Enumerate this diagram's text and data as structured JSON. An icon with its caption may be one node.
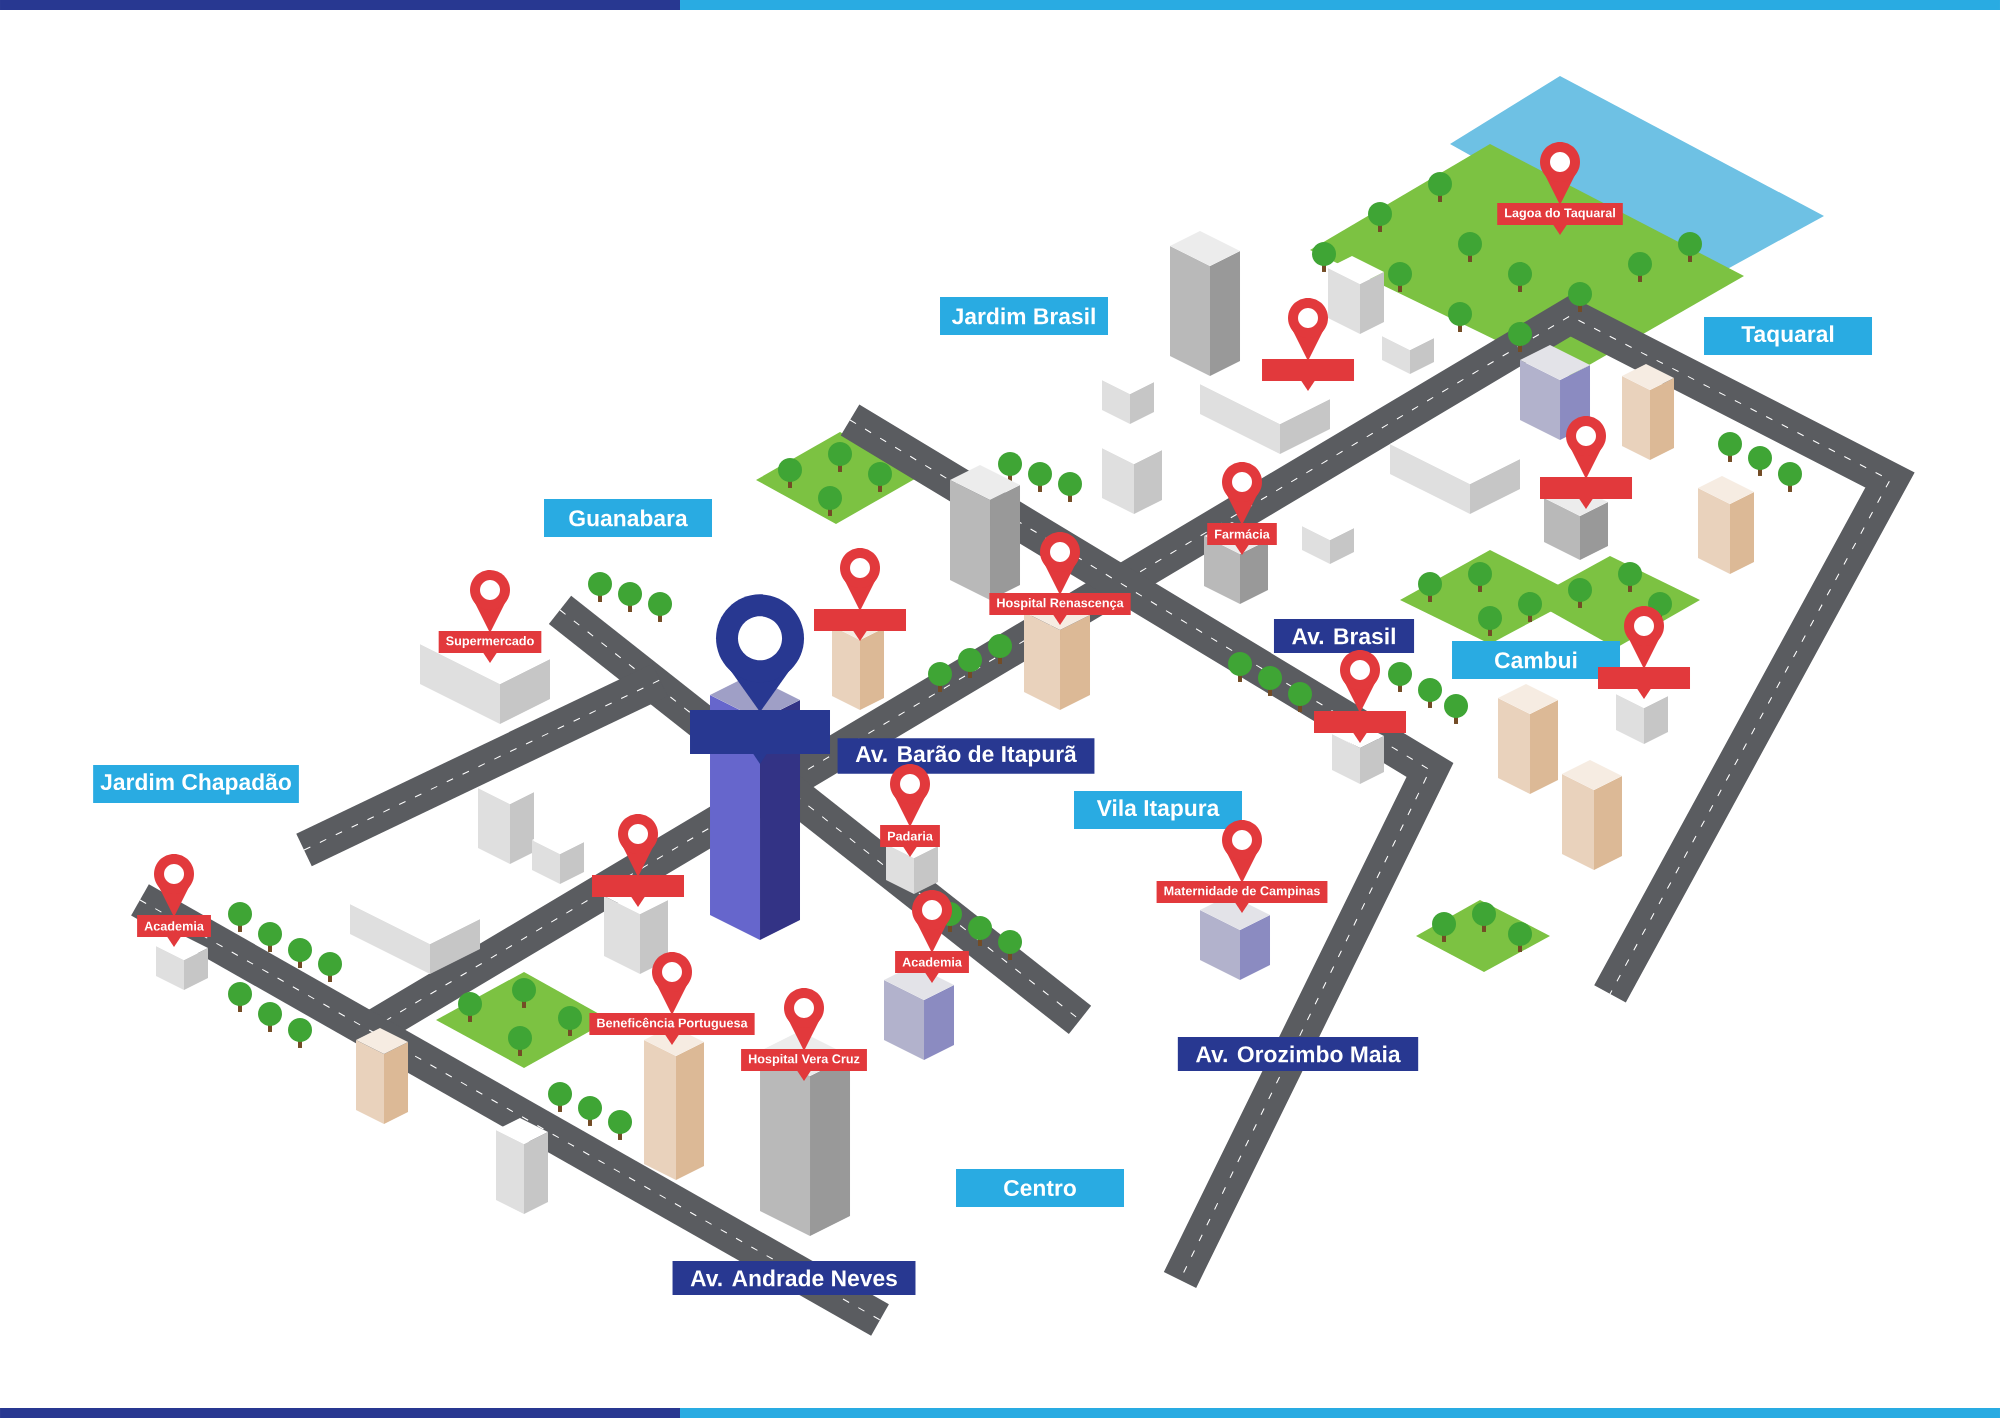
{
  "diagram": {
    "nodes": [
      {
        "text": [
          "Jardim Brasil"
        ]
      },
      {
        "text": [
          "Taquaral"
        ]
      },
      {
        "text": [
          "Guanabara"
        ]
      },
      {
        "text": [
          "Cambui"
        ]
      },
      {
        "text": [
          "Jardim Chapadão"
        ]
      },
      {
        "text": [
          "Vila Itapura"
        ]
      },
      {
        "text": [
          "Centro"
        ]
      },
      {
        "text": [
          "Av. Brasil"
        ]
      },
      {
        "text": [
          "Av. Barão de Itapurã"
        ]
      },
      {
        "text": [
          "Av. Orozimbo Maia"
        ]
      },
      {
        "text": [
          "Av. Andrade Neves"
        ]
      },
      {
        "text": [
          "Lagoa do Taquaral"
        ]
      },
      {
        "text": [],
        "shape": "pin"
      },
      {
        "text": [],
        "shape": "pin"
      },
      {
        "text": [
          "Farmácia"
        ]
      },
      {
        "text": [
          "Hospital Renascença"
        ]
      },
      {
        "text": [],
        "shape": "pin"
      },
      {
        "text": [
          "Supermercado"
        ]
      },
      {
        "text": [],
        "shape": "pin"
      },
      {
        "text": [],
        "shape": "pin"
      },
      {
        "text": [],
        "shape": "pin"
      },
      {
        "text": [
          "Padaria"
        ]
      },
      {
        "text": [],
        "shape": "pin"
      },
      {
        "text": [
          "Maternidade de Campinas"
        ]
      },
      {
        "text": [
          "Academia"
        ]
      },
      {
        "text": [
          "Academia"
        ]
      },
      {
        "text": [
          "Beneficência Portuguesa"
        ]
      },
      {
        "text": [
          "Hospital Vera Cruz"
        ]
      }
    ]
  }
}
